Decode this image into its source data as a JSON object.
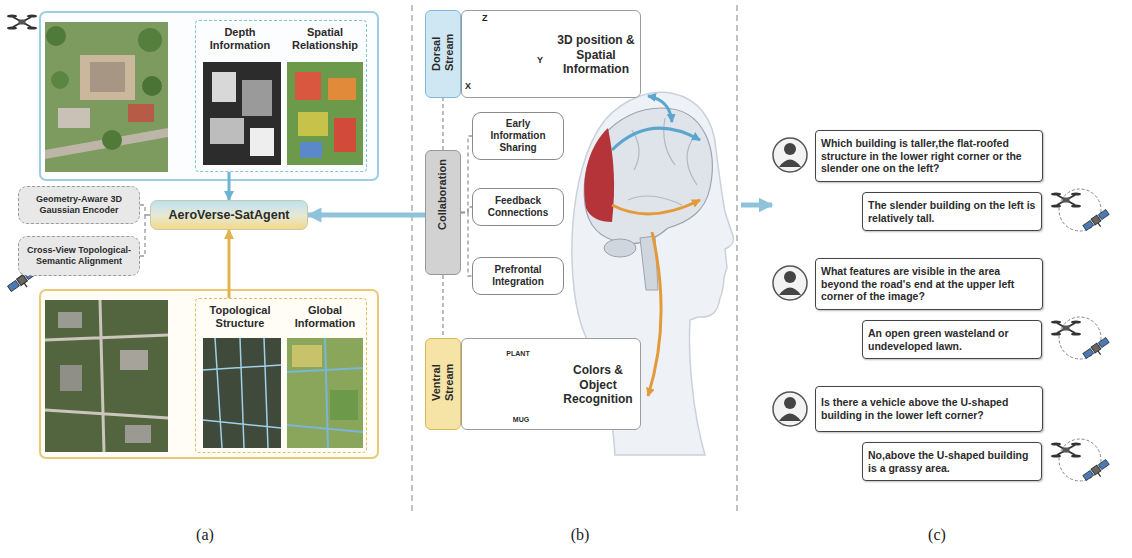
{
  "diagram": {
    "nodes": [
      {
        "text": [
          "Depth Information",
          "Spatial Relationship"
        ]
      },
      {
        "text": [
          "Geometry-Aware 3D Gaussian Encoder"
        ]
      },
      {
        "text": [
          "AeroVerse-SatAgent"
        ]
      },
      {
        "text": [
          "Cross-View Topological-Semantic Alignment"
        ]
      },
      {
        "text": [
          "Topological Structure",
          "Global Information"
        ]
      },
      {
        "text": [
          "Dorsal Stream"
        ]
      },
      {
        "text": [
          "3D position & Spatial Information"
        ]
      },
      {
        "text": [
          "Collaboration"
        ]
      },
      {
        "text": [
          "Early Information Sharing"
        ]
      },
      {
        "text": [
          "Feedback Connections"
        ]
      },
      {
        "text": [
          "Prefrontal Integration"
        ]
      },
      {
        "text": [
          "Ventral Stream"
        ]
      },
      {
        "text": [
          "PLANT",
          "MUG",
          "Colors & Object Recognition"
        ]
      },
      {
        "text": [
          "Which building is taller,the flat-roofed structure in the lower right corner or the slender one on the left?"
        ]
      },
      {
        "text": [
          "The slender building on the left is relatively tall."
        ]
      },
      {
        "text": [
          "What features are visible in the area beyond the road's end at the upper left corner of the image?"
        ]
      },
      {
        "text": [
          "An open green wasteland or undeveloped lawn."
        ]
      },
      {
        "text": [
          "Is there a vehicle above the U-shaped building in the lower left corner?"
        ]
      },
      {
        "text": [
          "No,above the U-shaped building is a grassy area."
        ]
      }
    ],
    "edges": [
      {
        "from": 0,
        "to": 2,
        "arrow": "to"
      },
      {
        "from": 4,
        "to": 2,
        "arrow": "to"
      },
      {
        "from": 1,
        "to": 2,
        "arrow": "none"
      },
      {
        "from": 3,
        "to": 2,
        "arrow": "none"
      },
      {
        "from": 7,
        "to": 2,
        "arrow": "to"
      },
      {
        "from": 7,
        "to": 5,
        "arrow": "none"
      },
      {
        "from": 7,
        "to": 8,
        "arrow": "none"
      },
      {
        "from": 7,
        "to": 9,
        "arrow": "none"
      },
      {
        "from": 7,
        "to": 10,
        "arrow": "none"
      },
      {
        "from": 7,
        "to": 11,
        "arrow": "none"
      }
    ],
    "labels": [
      "Z",
      "Y",
      "X",
      "(a)",
      "(b)",
      "(c)"
    ]
  }
}
